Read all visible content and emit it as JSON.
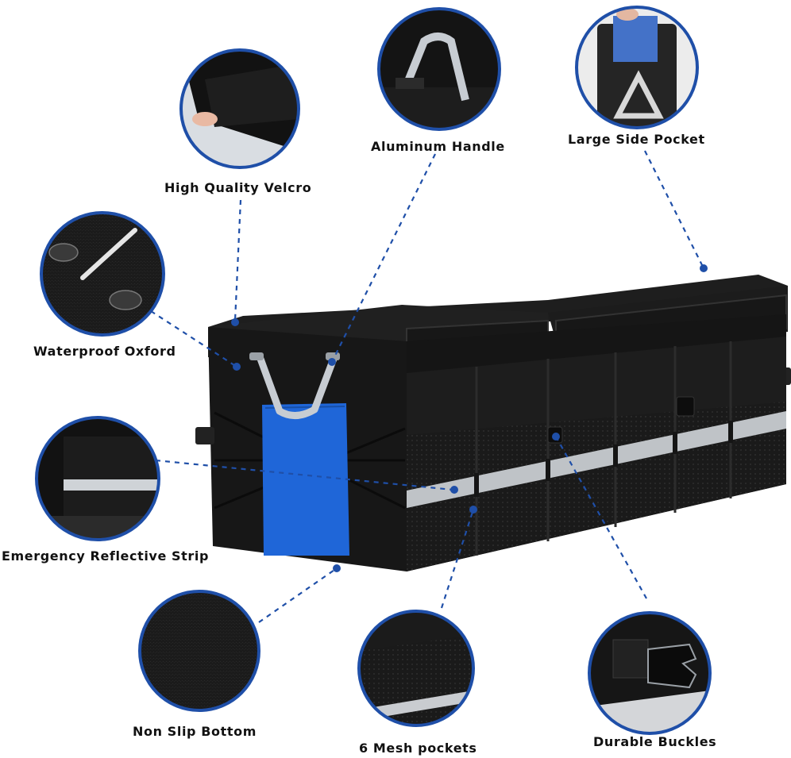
{
  "colors": {
    "accent_blue": "#1f4fa8",
    "panel_blue": "#1f66d8",
    "bag_black": "#161616",
    "reflective_silver": "#bfc3c7"
  },
  "features": [
    {
      "label": "High Quality Velcro"
    },
    {
      "label": "Aluminum Handle"
    },
    {
      "label": "Large Side Pocket"
    },
    {
      "label": "Waterproof Oxford"
    },
    {
      "label": "Emergency Reflective Strip"
    },
    {
      "label": "Non Slip Bottom"
    },
    {
      "label": "6 Mesh pockets"
    },
    {
      "label": "Durable Buckles"
    }
  ]
}
